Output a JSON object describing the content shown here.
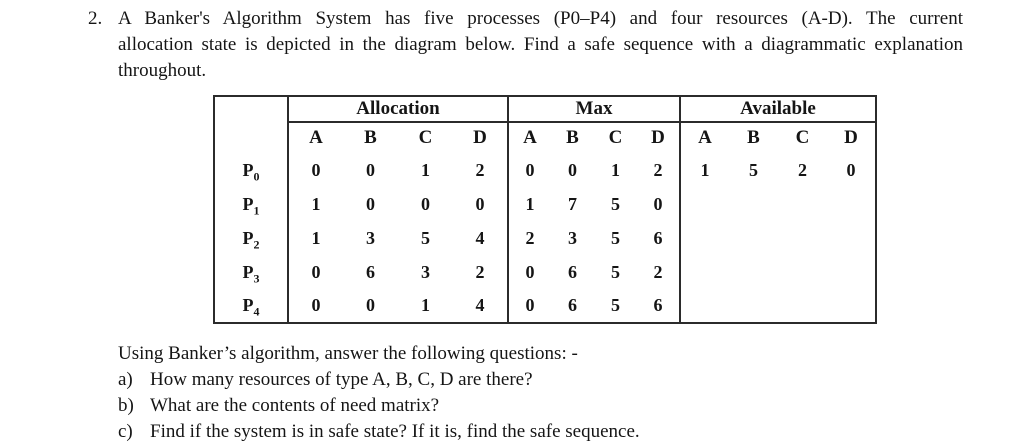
{
  "question": {
    "number": "2.",
    "lines": [
      "A Banker's Algorithm System has five processes (P0–P4) and four resources (A-D). The current",
      "allocation state is depicted in the diagram below. Find a safe sequence with a diagrammatic explanation",
      "throughout."
    ]
  },
  "table": {
    "group_labels": [
      "Allocation",
      "Max",
      "Available"
    ],
    "sub_columns": [
      "A",
      "B",
      "C",
      "D"
    ],
    "rows": [
      {
        "process": "P",
        "sub": "0",
        "allocation": [
          "0",
          "0",
          "1",
          "2"
        ],
        "max": [
          "0",
          "0",
          "1",
          "2"
        ],
        "available": [
          "1",
          "5",
          "2",
          "0"
        ]
      },
      {
        "process": "P",
        "sub": "1",
        "allocation": [
          "1",
          "0",
          "0",
          "0"
        ],
        "max": [
          "1",
          "7",
          "5",
          "0"
        ],
        "available": [
          "",
          "",
          "",
          ""
        ]
      },
      {
        "process": "P",
        "sub": "2",
        "allocation": [
          "1",
          "3",
          "5",
          "4"
        ],
        "max": [
          "2",
          "3",
          "5",
          "6"
        ],
        "available": [
          "",
          "",
          "",
          ""
        ]
      },
      {
        "process": "P",
        "sub": "3",
        "allocation": [
          "0",
          "6",
          "3",
          "2"
        ],
        "max": [
          "0",
          "6",
          "5",
          "2"
        ],
        "available": [
          "",
          "",
          "",
          ""
        ]
      },
      {
        "process": "P",
        "sub": "4",
        "allocation": [
          "0",
          "0",
          "1",
          "4"
        ],
        "max": [
          "0",
          "6",
          "5",
          "6"
        ],
        "available": [
          "",
          "",
          "",
          ""
        ]
      }
    ]
  },
  "followup": {
    "intro": "Using Banker’s algorithm, answer the following questions: -",
    "items": [
      {
        "label": "a)",
        "text": "How many resources of type A, B, C, D are there?"
      },
      {
        "label": "b)",
        "text": "What are the contents of need matrix?"
      },
      {
        "label": "c)",
        "text": "Find if the system is in safe state? If it is, find the safe sequence."
      }
    ]
  }
}
